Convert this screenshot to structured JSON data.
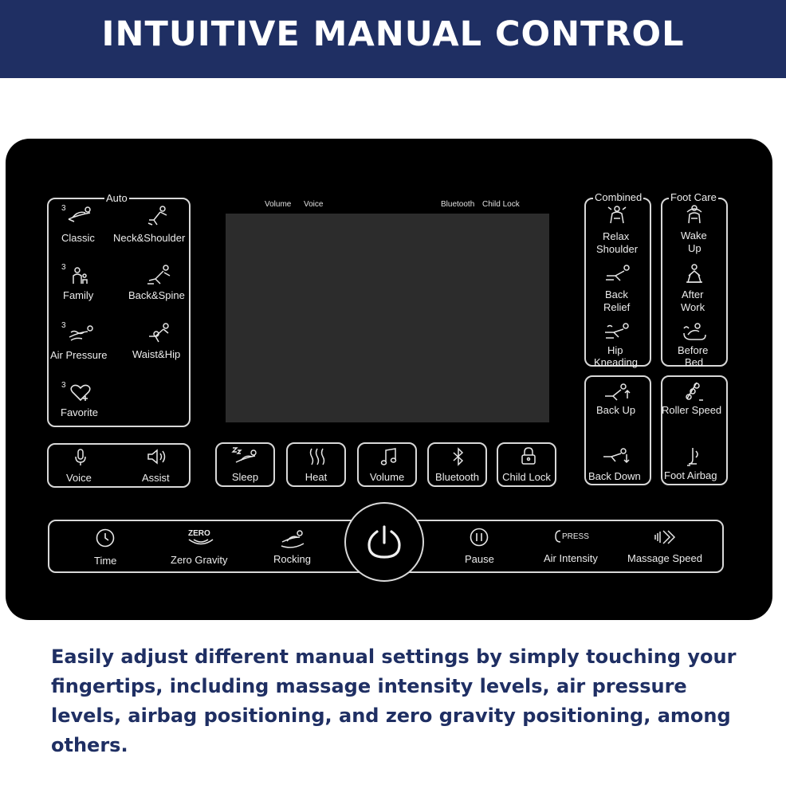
{
  "banner": {
    "title": "INTUITIVE MANUAL CONTROL"
  },
  "panel": {
    "auto": {
      "title": "Auto",
      "items": [
        {
          "label": "Classic",
          "level": "3"
        },
        {
          "label": "Neck&Shoulder"
        },
        {
          "label": "Family",
          "level": "3"
        },
        {
          "label": "Back&Spine"
        },
        {
          "label": "Air Pressure",
          "level": "3"
        },
        {
          "label": "Waist&Hip"
        },
        {
          "label": "Favorite",
          "level": "3"
        }
      ]
    },
    "screen_labels": {
      "volume": "Volume",
      "voice": "Voice",
      "bluetooth": "Bluetooth",
      "child_lock": "Child Lock"
    },
    "voice_group": {
      "voice": "Voice",
      "assist": "Assist"
    },
    "middle_buttons": {
      "sleep": "Sleep",
      "heat": "Heat",
      "volume": "Volume",
      "bluetooth": "Bluetooth",
      "child_lock": "Child Lock"
    },
    "combined": {
      "title": "Combined",
      "relax_1": "Relax",
      "relax_2": "Shoulder",
      "back_1": "Back",
      "back_2": "Relief",
      "hip_1": "Hip",
      "hip_2": "Kneading"
    },
    "foot_care": {
      "title": "Foot Care",
      "wake_1": "Wake",
      "wake_2": "Up",
      "after_1": "After",
      "after_2": "Work",
      "before_1": "Before",
      "before_2": "Bed"
    },
    "position": {
      "back_up": "Back Up",
      "back_down": "Back Down"
    },
    "roller": {
      "roller_speed": "Roller Speed",
      "foot_airbag": "Foot Airbag"
    },
    "bottom": {
      "time": "Time",
      "zero_icon_text": "ZERO",
      "zero_gravity": "Zero Gravity",
      "rocking": "Rocking",
      "pause": "Pause",
      "press_icon_text": "PRESS",
      "air_intensity": "Air Intensity",
      "massage_speed": "Massage Speed"
    }
  },
  "description": "Easily adjust different manual settings by simply touching your fingertips, including massage intensity levels, air pressure levels, airbag positioning, and zero gravity positioning, among others."
}
